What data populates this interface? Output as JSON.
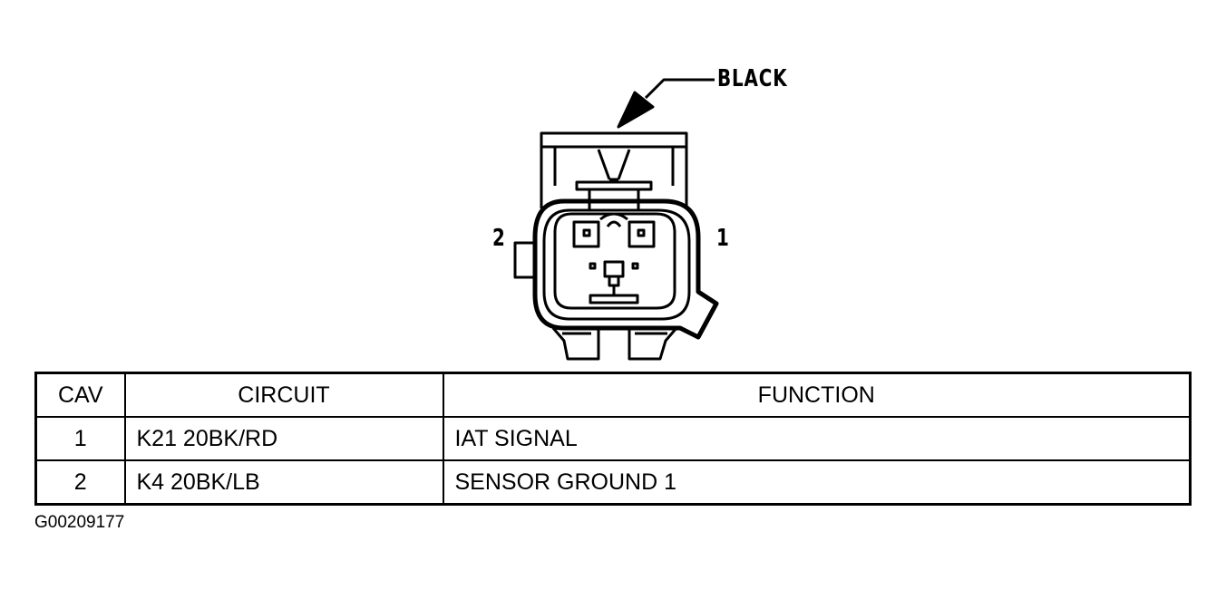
{
  "diagram": {
    "connector_color_label": "BLACK",
    "cavity_labels": {
      "left": "2",
      "right": "1"
    }
  },
  "table": {
    "headers": [
      "CAV",
      "CIRCUIT",
      "FUNCTION"
    ],
    "rows": [
      {
        "cav": "1",
        "circuit": "K21 20BK/RD",
        "function": "IAT SIGNAL"
      },
      {
        "cav": "2",
        "circuit": "K4 20BK/LB",
        "function": "SENSOR GROUND 1"
      }
    ]
  },
  "figure_id": "G00209177"
}
